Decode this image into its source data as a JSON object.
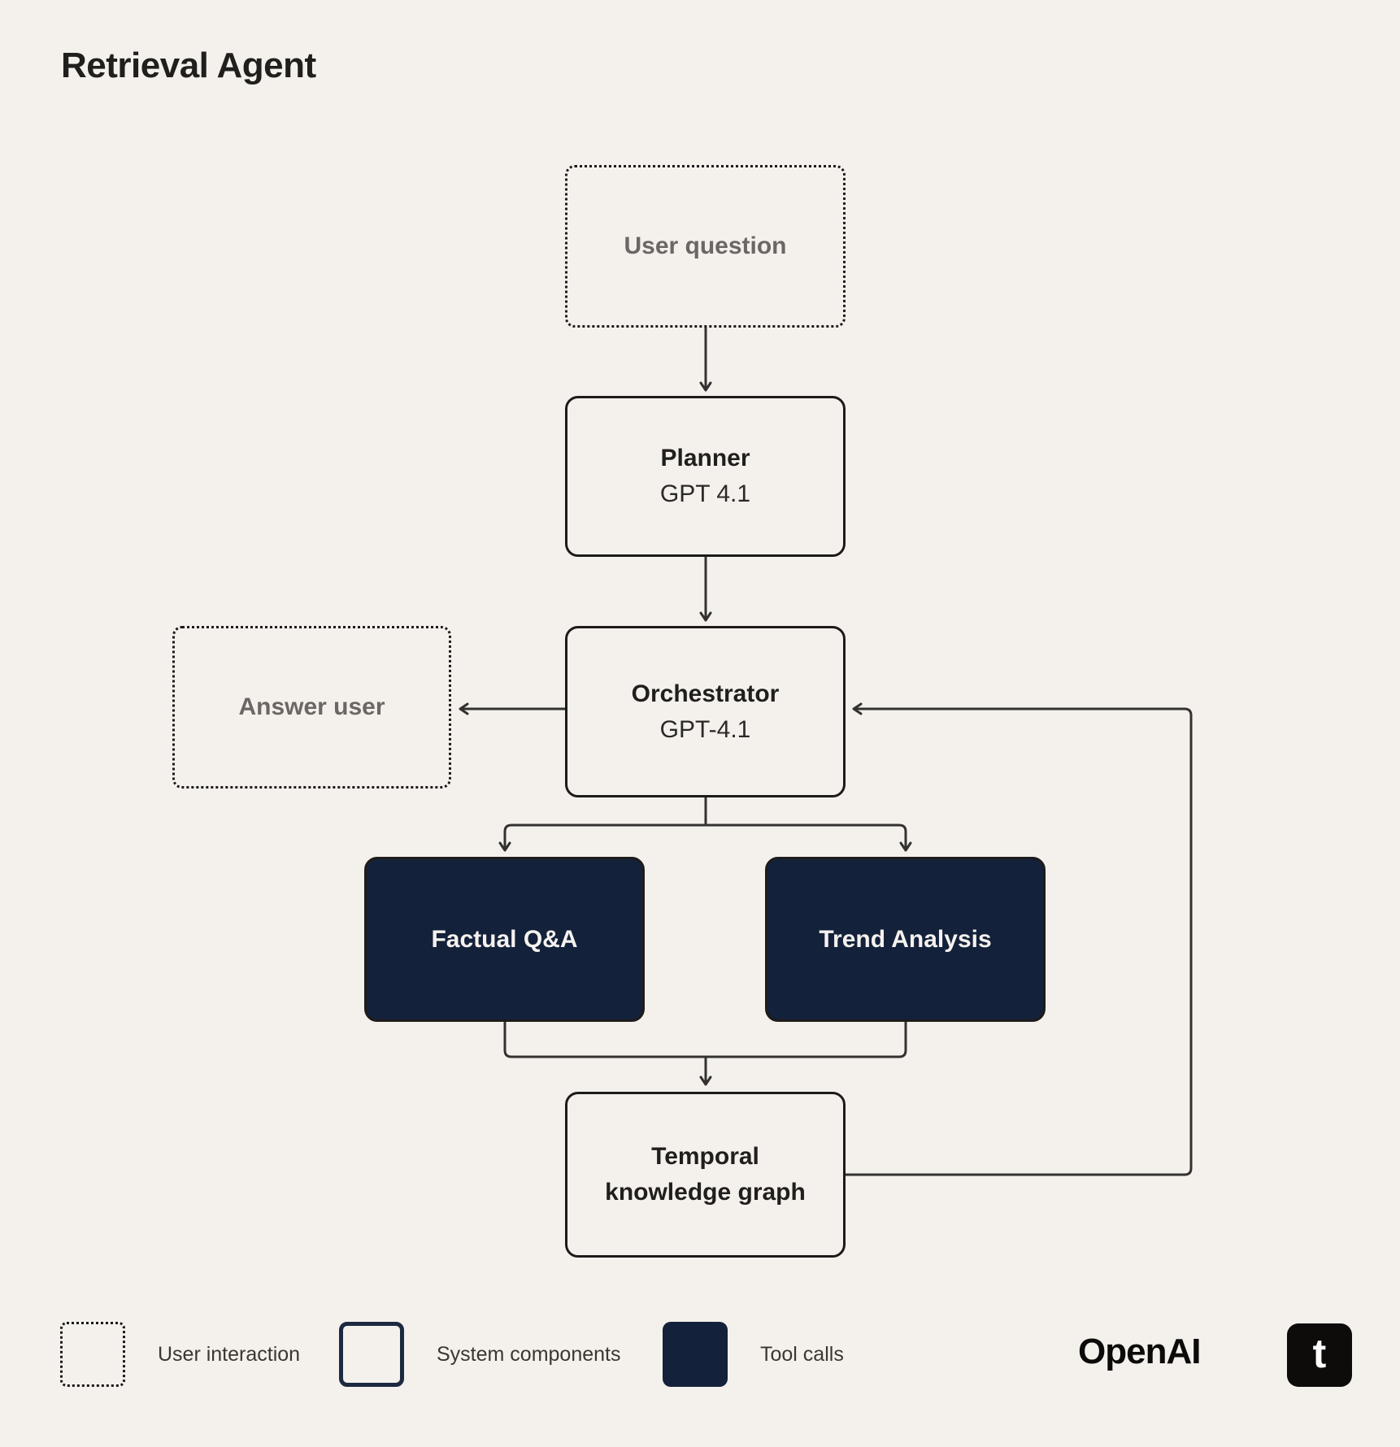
{
  "title": "Retrieval Agent",
  "colors": {
    "background": "#F4F1ED",
    "navy": "#14213A",
    "line": "#343230",
    "border": "#1D1B19",
    "muted_text": "#6B6764"
  },
  "nodes": {
    "user_question": {
      "label": "User question"
    },
    "planner": {
      "label": "Planner",
      "sublabel": "GPT 4.1"
    },
    "orchestrator": {
      "label": "Orchestrator",
      "sublabel": "GPT-4.1"
    },
    "answer_user": {
      "label": "Answer user"
    },
    "factual_qa": {
      "label": "Factual Q&A"
    },
    "trend_analysis": {
      "label": "Trend Analysis"
    },
    "temporal_kg": {
      "label": "Temporal knowledge graph"
    }
  },
  "legend": {
    "items": [
      {
        "label": "User interaction",
        "style": "dotted"
      },
      {
        "label": "System components",
        "style": "outlined"
      },
      {
        "label": "Tool calls",
        "style": "filled"
      }
    ]
  },
  "footer": {
    "openai_logo_text": "OpenAI",
    "tines_logo_letter": "t"
  }
}
